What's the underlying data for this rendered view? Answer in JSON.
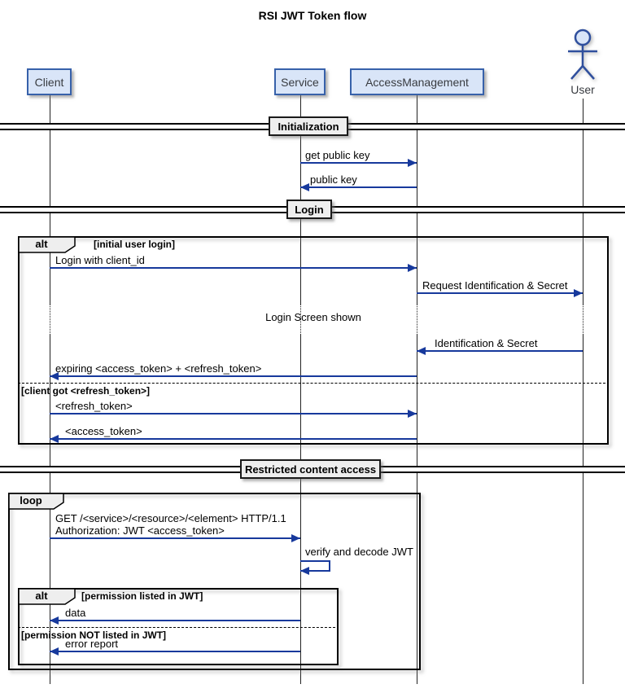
{
  "diagram": {
    "title": "RSI JWT Token flow",
    "participants": [
      {
        "id": "client",
        "label": "Client",
        "type": "box"
      },
      {
        "id": "service",
        "label": "Service",
        "type": "box"
      },
      {
        "id": "accessmanagement",
        "label": "AccessManagement",
        "type": "box"
      },
      {
        "id": "user",
        "label": "User",
        "type": "actor"
      }
    ],
    "dividers": [
      {
        "label": "Initialization"
      },
      {
        "label": "Login"
      },
      {
        "label": "Restricted content access"
      }
    ],
    "fragments": {
      "alt_login": {
        "operator": "alt",
        "guard_top": "[initial user login]",
        "guard_else": "[client got <refresh_token>]"
      },
      "loop_main": {
        "operator": "loop"
      },
      "alt_permission": {
        "operator": "alt",
        "guard_top": "[permission listed in JWT]",
        "guard_else": "[permission NOT listed in JWT]"
      }
    },
    "messages": {
      "m1": {
        "label": "get public key",
        "from": "Service",
        "to": "AccessManagement"
      },
      "m2": {
        "label": "public key",
        "from": "AccessManagement",
        "to": "Service"
      },
      "m3": {
        "label": "Login with client_id",
        "from": "Client",
        "to": "AccessManagement"
      },
      "m4": {
        "label": "Request Identification & Secret",
        "from": "AccessManagement",
        "to": "User"
      },
      "delay": {
        "label": "Login Screen shown"
      },
      "m5": {
        "label": "Identification & Secret",
        "from": "User",
        "to": "AccessManagement"
      },
      "m6": {
        "label": "expiring <access_token> + <refresh_token>",
        "from": "AccessManagement",
        "to": "Client"
      },
      "m7": {
        "label": "<refresh_token>",
        "from": "Client",
        "to": "AccessManagement"
      },
      "m8": {
        "label": "<access_token>",
        "from": "AccessManagement",
        "to": "Client"
      },
      "m9a": {
        "label": "GET /<service>/<resource>/<element> HTTP/1.1"
      },
      "m9b": {
        "label": "Authorization: JWT <access_token>"
      },
      "m10": {
        "label": "verify and decode JWT",
        "from": "Service",
        "to": "Service"
      },
      "m11": {
        "label": "data",
        "from": "Service",
        "to": "Client"
      },
      "m12": {
        "label": "error report",
        "from": "Service",
        "to": "Client"
      }
    },
    "colors": {
      "participant_fill": "#D9E5F8",
      "participant_border": "#3761AA",
      "arrow": "#17399C",
      "fragment_label_fill": "#EEEEEE",
      "line": "#222222"
    }
  }
}
